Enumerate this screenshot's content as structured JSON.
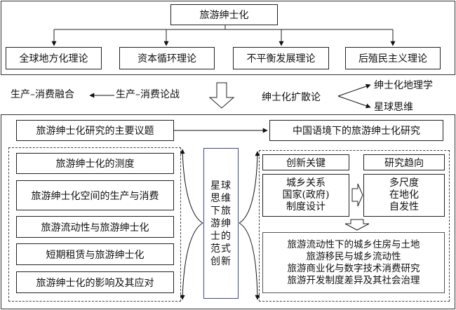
{
  "top_section": {
    "root": "旅游绅士化",
    "theories": [
      "全球地方化理论",
      "资本循环理论",
      "不平衡发展理论",
      "后殖民主义理论"
    ]
  },
  "middle_section": {
    "left_target": "生产–消费融合",
    "left_source": "生产–消费论战",
    "right_source": "绅士化扩散论",
    "right_targets": [
      "绅士化地理学",
      "星球思维"
    ]
  },
  "bottom_section": {
    "main_topics_header": "旅游绅士化研究的主要议题",
    "china_header": "中国语境下的旅游绅士化研究",
    "topics": [
      "旅游绅士化的测度",
      "旅游绅士化空间的生产与消费",
      "旅游流动性与旅游绅士化",
      "短期租赁与旅游绅士化",
      "旅游绅士化的影响及其应对"
    ],
    "center_label": "星球思维下旅游绅士的范式创新",
    "innovation_key": {
      "title": "创新关键",
      "items": [
        "城乡关系",
        "国家(政府)",
        "制度设计"
      ]
    },
    "research_trend": {
      "title": "研究趋向",
      "items": [
        "多尺度",
        "在地化",
        "自发性"
      ]
    },
    "research_directions": [
      "旅游流动性下的城乡住房与土地",
      "旅游移民与城乡流动性",
      "旅游商业化与数字技术消费研究",
      "旅游开发制度差异及其社会治理"
    ]
  }
}
